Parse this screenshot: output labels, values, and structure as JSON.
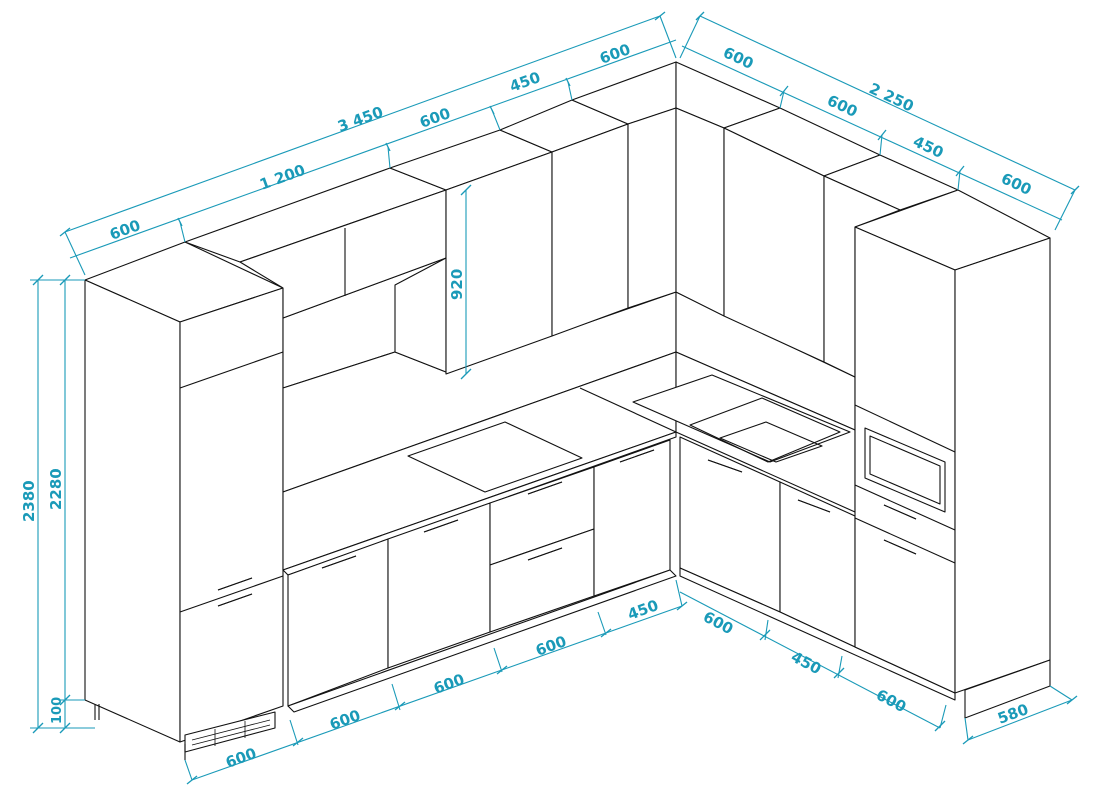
{
  "diagram": {
    "colors": {
      "dimension": "#1a9ab8",
      "line": "#111111",
      "background": "#ffffff"
    },
    "dimensions": {
      "top_left_total": "3 450",
      "top_left_mid": "1 200",
      "top_left_a": "600",
      "top_left_b": "600",
      "top_left_c": "450",
      "top_left_d": "600",
      "top_right_total": "2 250",
      "top_right_a": "600",
      "top_right_b": "600",
      "top_right_c": "450",
      "top_right_d": "600",
      "upper_cabinet_height": "920",
      "tall_total_height": "2380",
      "tall_body_height": "2280",
      "plinth_height": "100",
      "bottom_left_a": "600",
      "bottom_left_b": "600",
      "bottom_left_c": "600",
      "bottom_left_d": "600",
      "bottom_left_e": "450",
      "bottom_right_a": "600",
      "bottom_right_b": "450",
      "bottom_right_c": "600",
      "bottom_right_depth": "580"
    }
  }
}
